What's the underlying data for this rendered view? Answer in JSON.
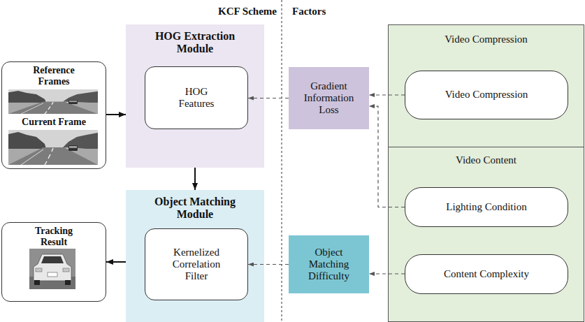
{
  "diagram": {
    "nodes": [
      {
        "text": [
          "Reference Frames",
          "Current Frame"
        ]
      },
      {
        "text": [
          "HOG Extraction Module"
        ]
      },
      {
        "text": [
          "HOG Features"
        ],
        "in": 1
      },
      {
        "text": [
          "Object Matching Module"
        ]
      },
      {
        "text": [
          "Kernelized Correlation Filter"
        ],
        "in": 3
      },
      {
        "text": [
          "Tracking Result"
        ]
      },
      {
        "text": [
          "Gradient Information Loss"
        ]
      },
      {
        "text": [
          "Object Matching Difficulty"
        ]
      },
      {
        "text": [
          "Video Compression"
        ]
      },
      {
        "text": [
          "Video Compression"
        ],
        "in": 8
      },
      {
        "text": [
          "Video Content"
        ]
      },
      {
        "text": [
          "Lighting Condition"
        ],
        "in": 10
      },
      {
        "text": [
          "Content Complexity"
        ],
        "in": 10
      }
    ],
    "edges": [
      {
        "from": 0,
        "to": 1,
        "arrow": "to"
      },
      {
        "from": 1,
        "to": 3,
        "arrow": "to"
      },
      {
        "from": 3,
        "to": 5,
        "arrow": "to"
      },
      {
        "from": 6,
        "to": 2,
        "arrow": "to"
      },
      {
        "from": 9,
        "to": 6,
        "arrow": "to"
      },
      {
        "from": 11,
        "to": 6,
        "arrow": "to"
      },
      {
        "from": 12,
        "to": 7,
        "arrow": "to"
      },
      {
        "from": 7,
        "to": 4,
        "arrow": "to"
      }
    ],
    "labels": [
      "KCF Scheme",
      "Factors"
    ]
  }
}
